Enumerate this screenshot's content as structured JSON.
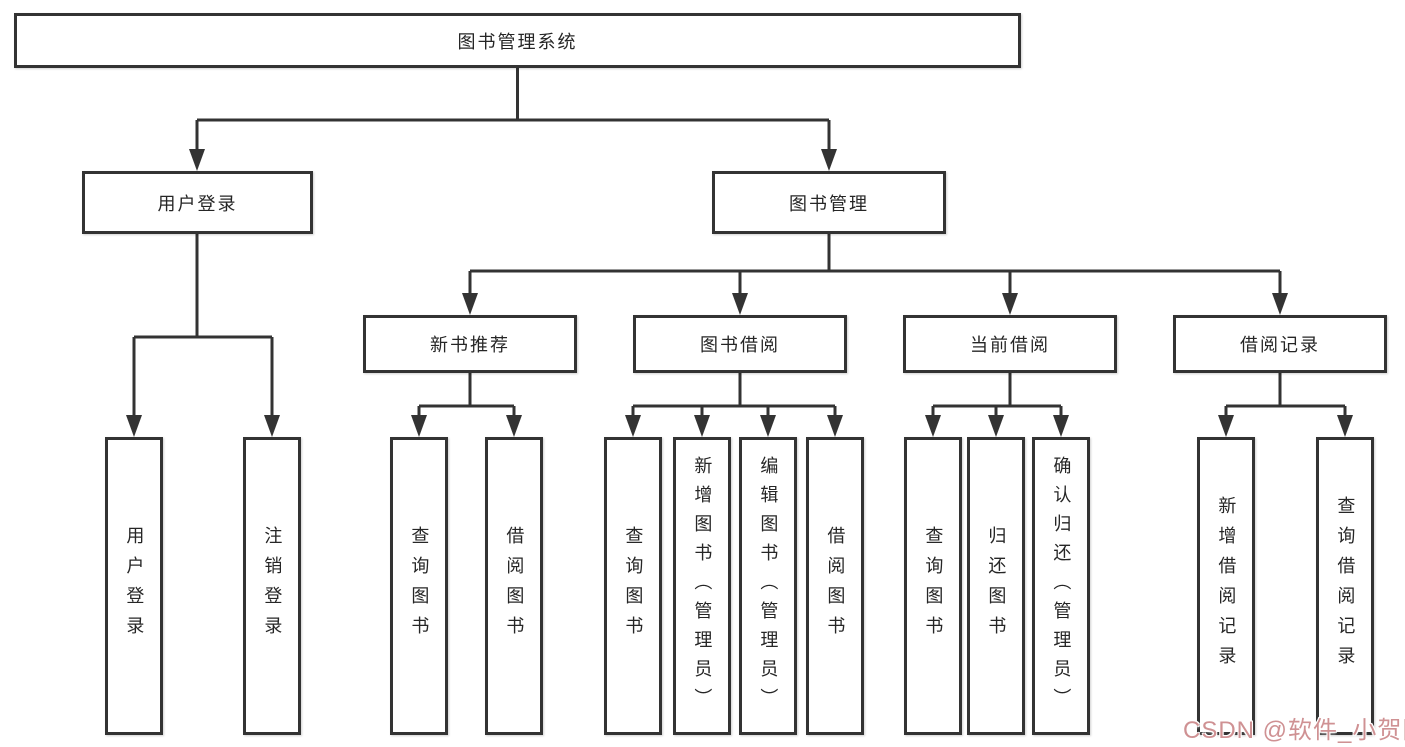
{
  "nodes": {
    "root": "图书管理系统",
    "user_login": "用户登录",
    "book_mgmt": "图书管理",
    "new_book_rec": "新书推荐",
    "book_borrow": "图书借阅",
    "current_borrow": "当前借阅",
    "borrow_records": "借阅记录",
    "leaf_user_login": "用户登录",
    "leaf_logout": "注销登录",
    "leaf_query_book_1": "查询图书",
    "leaf_borrow_book_1": "借阅图书",
    "leaf_query_book_2": "查询图书",
    "leaf_add_book": "新增图书（管理员）",
    "leaf_edit_book": "编辑图书（管理员）",
    "leaf_borrow_book_2": "借阅图书",
    "leaf_query_book_3": "查询图书",
    "leaf_return_book": "归还图书",
    "leaf_confirm_return": "确认归还（管理员）",
    "leaf_add_record": "新增借阅记录",
    "leaf_query_record": "查询借阅记录"
  },
  "watermark": {
    "text": "CSDN @软件_小贺同学",
    "color": "#cf9193"
  },
  "colors": {
    "line": "#333333",
    "text": "#262626",
    "background": "#ffffff"
  }
}
